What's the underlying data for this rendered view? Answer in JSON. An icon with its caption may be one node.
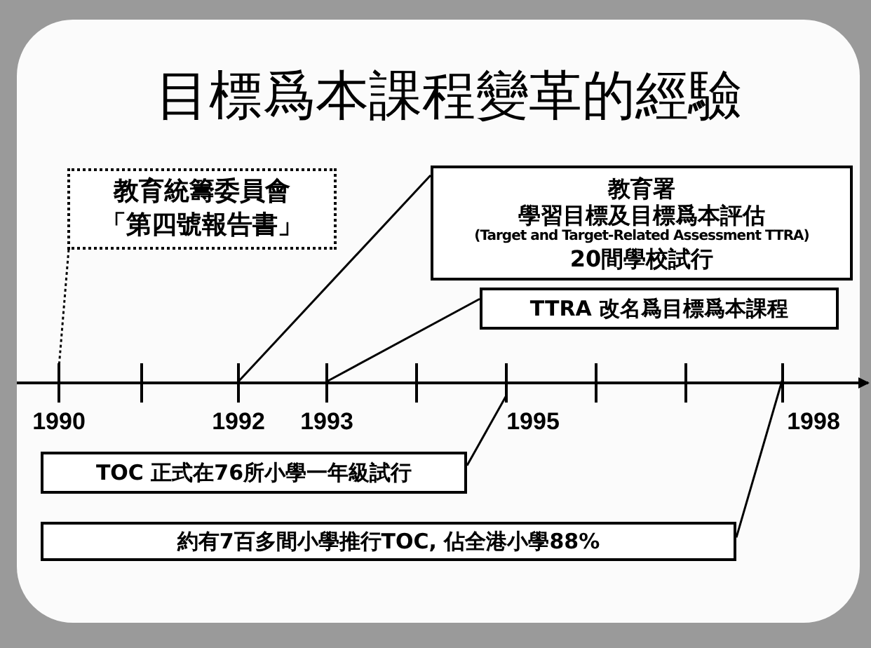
{
  "diagram": {
    "title": "目標爲本課程變革的經驗",
    "nodes": [
      {
        "text": [
          "教育統籌委員會",
          "「第四號報告書」"
        ]
      },
      {
        "text": [
          "教育署",
          "學習目標及目標爲本評估",
          "(Target and Target-Related Assessment TTRA)",
          "20間學校試行"
        ]
      },
      {
        "text": [
          "TTRA 改名爲目標爲本課程"
        ]
      },
      {
        "text": [
          "TOC 正式在76所小學一年級試行"
        ]
      },
      {
        "text": [
          "約有7百多間小學推行TOC, 佔全港小學88%"
        ]
      }
    ],
    "edges": [
      {
        "from": 0,
        "to": null,
        "arrow": "none",
        "style": "dashed"
      },
      {
        "from": 1,
        "to": null,
        "arrow": "none"
      },
      {
        "from": 2,
        "to": null,
        "arrow": "none"
      },
      {
        "from": 3,
        "to": null,
        "arrow": "none"
      },
      {
        "from": 4,
        "to": null,
        "arrow": "none"
      }
    ],
    "labels": [
      "1990",
      "1992",
      "1993",
      "1995",
      "1998"
    ]
  }
}
